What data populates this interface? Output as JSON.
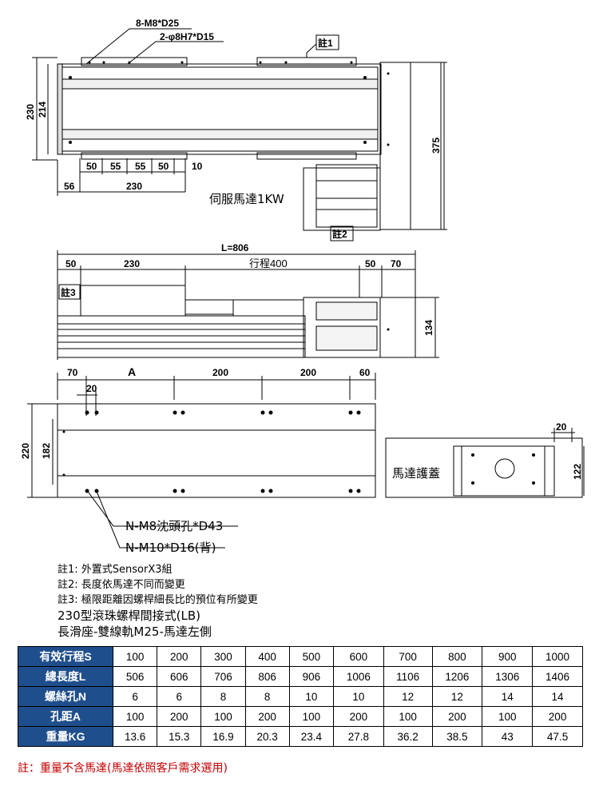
{
  "top_view": {
    "callout_holes": "8-M8*D25",
    "callout_pins": "2-φ8H7*D15",
    "note1_tag": "註1",
    "note2_tag": "註2",
    "motor_label": "伺服馬達1KW",
    "dim_230": "230",
    "dim_214": "214",
    "dim_375": "375",
    "bottom_dims": [
      "50",
      "55",
      "55",
      "50",
      "10"
    ],
    "dim_56": "56",
    "dim_230b": "230"
  },
  "side_view": {
    "overall_length": "L=806",
    "dims": [
      "50",
      "230",
      "行程400",
      "50",
      "70"
    ],
    "note3_tag": "註3",
    "dim_134": "134"
  },
  "base_view": {
    "dims": [
      "70",
      "A",
      "200",
      "200",
      "60"
    ],
    "dim_20": "20",
    "dim_220": "220",
    "dim_182": "182",
    "callout_counterbore": "N-M8沈頭孔*D43",
    "callout_back": "N-M10*D16(背)"
  },
  "motor_cover": {
    "label": "馬達護蓋",
    "dim_20": "20",
    "dim_122": "122"
  },
  "notes": [
    "註1: 外置式SensorX3組",
    "註2: 長度依馬達不同而變更",
    "註3: 極限距離因螺桿細長比的預位有所變更"
  ],
  "title_lines": [
    "230型滾珠螺桿間接式(LB)",
    "長滑座-雙線軌M25-馬達左側"
  ],
  "spec_table": {
    "rows": [
      {
        "header": "有效行程S",
        "values": [
          "100",
          "200",
          "300",
          "400",
          "500",
          "600",
          "700",
          "800",
          "900",
          "1000"
        ]
      },
      {
        "header": "總長度L",
        "values": [
          "506",
          "606",
          "706",
          "806",
          "906",
          "1006",
          "1106",
          "1206",
          "1306",
          "1406"
        ]
      },
      {
        "header": "螺絲孔N",
        "values": [
          "6",
          "6",
          "8",
          "8",
          "10",
          "10",
          "12",
          "12",
          "14",
          "14"
        ]
      },
      {
        "header": "孔距A",
        "values": [
          "100",
          "200",
          "100",
          "200",
          "100",
          "200",
          "100",
          "200",
          "100",
          "200"
        ]
      },
      {
        "header": "重量KG",
        "values": [
          "13.6",
          "15.3",
          "16.9",
          "20.3",
          "23.4",
          "27.8",
          "36.2",
          "38.5",
          "43",
          "47.5"
        ]
      }
    ]
  },
  "footnote": "註：重量不含馬達(馬達依照客戶需求選用)",
  "colors": {
    "table_header_bg": "#1f4e8c",
    "footnote": "#c00000"
  }
}
